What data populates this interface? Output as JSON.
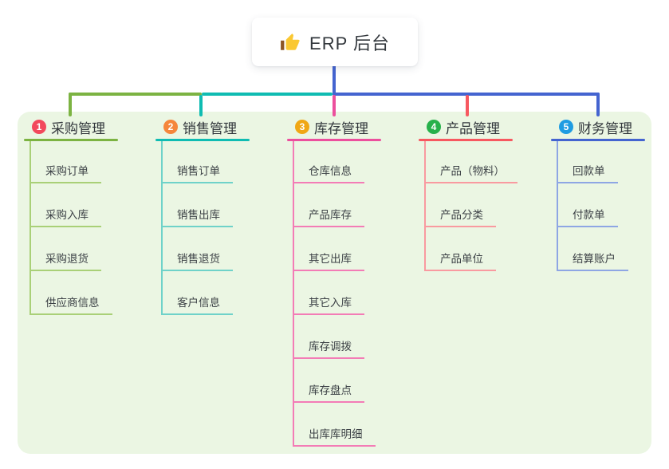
{
  "root": {
    "title": "ERP 后台",
    "icon": "thumbs-up-icon",
    "card_color": "#ffffff"
  },
  "panel_color": "#ebf6e3",
  "branches": [
    {
      "num": "1",
      "title": "采购管理",
      "badge_color": "#f2495c",
      "line_color": "#7cb342",
      "child_line_color": "#a9d077",
      "children": [
        "采购订单",
        "采购入库",
        "采购退货",
        "供应商信息"
      ]
    },
    {
      "num": "2",
      "title": "销售管理",
      "badge_color": "#f5863b",
      "line_color": "#0fbcb2",
      "child_line_color": "#6fd2c9",
      "children": [
        "销售订单",
        "销售出库",
        "销售退货",
        "客户信息"
      ]
    },
    {
      "num": "3",
      "title": "库存管理",
      "badge_color": "#f0a714",
      "line_color": "#ec4f9d",
      "child_line_color": "#f37cb6",
      "children": [
        "仓库信息",
        "产品库存",
        "其它出库",
        "其它入库",
        "库存调拨",
        "库存盘点",
        "出库库明细"
      ]
    },
    {
      "num": "4",
      "title": "产品管理",
      "badge_color": "#27b14b",
      "line_color": "#f75860",
      "child_line_color": "#f99aa0",
      "children": [
        "产品（物料）",
        "产品分类",
        "产品单位"
      ]
    },
    {
      "num": "5",
      "title": "财务管理",
      "badge_color": "#1f9ce2",
      "line_color": "#4464d0",
      "child_line_color": "#8ea6e4",
      "children": [
        "回款单",
        "付款单",
        "结算账户"
      ]
    }
  ]
}
